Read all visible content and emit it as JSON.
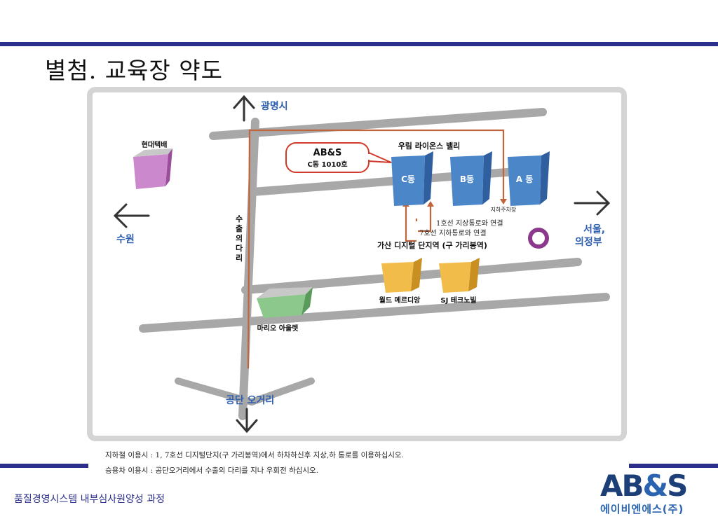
{
  "title": "별첨. 교육장 약도",
  "map": {
    "north_label": "광명시",
    "south_label": "공단 오거리",
    "west_label": "수원",
    "east_label_1": "서울,",
    "east_label_2": "의정부",
    "company_label_1": "AB&S",
    "company_label_2": "C동 1010호",
    "complex_label": "우림 라이온스 밸리",
    "building_c": "C동",
    "building_b": "B동",
    "building_a": "A 동",
    "parking_label": "지하주차장",
    "subway_line_1": "1호선 지상통로와 연결",
    "subway_line_7": "7호선 지하통로와 연결",
    "station_label": "가산 디지털 단지역 (구 가리봉역)",
    "hyundai_label": "현대택배",
    "world_label": "월드 메르디앙",
    "sj_label": "SJ 테크노빌",
    "mario_label": "마리오 아울렛",
    "bridge_chars": [
      "수",
      "출",
      "의",
      "다",
      "리"
    ]
  },
  "notes": {
    "subway": "지하철 이용시 : 1, 7호선 디지털단지(구 가리봉역)에서 하차하신후 지상,하 통로를 이용하십시오.",
    "car": "승용차 이용시 : 공단오거리에서 수출의 다리를 지나 우회전 하십시오."
  },
  "footer": {
    "course": "품질경영시스템 내부심사원양성 과정",
    "logo_main_1": "AB",
    "logo_amp": "&",
    "logo_main_2": "S",
    "logo_sub": "에이비엔에스(주)"
  },
  "colors": {
    "accent_bar": "#2b2f8a",
    "route": "#c0643c",
    "building_blue": "#4a86c8",
    "building_yellow": "#f2bc4a",
    "station_ring": "#8b3a8b"
  }
}
